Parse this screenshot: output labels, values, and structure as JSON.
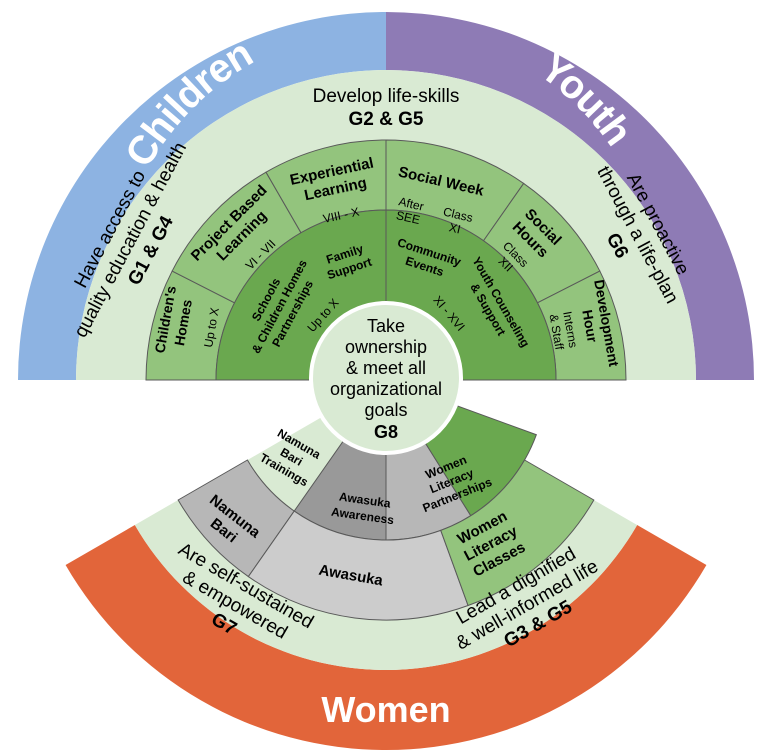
{
  "colors": {
    "children": "#8db3e2",
    "youth": "#8e7bb5",
    "women": "#e2653a",
    "band_light": "#d9ead3",
    "ring_mid": "#93c47d",
    "ring_dark": "#6aa84f",
    "grey_light": "#cccccc",
    "grey_mid": "#b7b7b7",
    "grey_dark": "#999999",
    "border": "#595959"
  },
  "outer": {
    "children": "Children",
    "youth": "Youth",
    "women": "Women"
  },
  "top_goal": {
    "text": "Develop life-skills",
    "goal": "G2 & G5"
  },
  "left_goal": {
    "line1": "Have access to",
    "line2": "quality education & health",
    "goal": "G1 & G4"
  },
  "right_goal": {
    "line1": "Are proactive",
    "line2": "through a life-plan",
    "goal": "G6"
  },
  "women_left_goal": {
    "line1": "Are self-sustained",
    "line2": "& empowered",
    "goal": "G7"
  },
  "women_right_goal": {
    "line1": "Lead a dignified",
    "line2": "& well-informed life",
    "goal": "G3 & G5"
  },
  "center": {
    "line1": "Take",
    "line2": "ownership",
    "line3": "& meet all",
    "line4": "organizational",
    "line5": "goals",
    "goal": "G8"
  },
  "programs_outer": {
    "childrens_homes": [
      "Children's",
      "Homes"
    ],
    "childrens_homes_sub": "Up to X",
    "project_based": [
      "Project Based",
      "Learning"
    ],
    "project_based_sub": "VI - VII",
    "experiential": [
      "Experiential",
      "Learning"
    ],
    "experiential_sub": "VIII - X",
    "social_week": "Social Week",
    "social_week_sub1": [
      "After",
      "SEE"
    ],
    "social_week_sub2": [
      "Class",
      "XI"
    ],
    "social_hours": [
      "Social",
      "Hours"
    ],
    "social_hours_sub": [
      "Class",
      "XII"
    ],
    "development_hour": [
      "Development",
      "Hour"
    ],
    "development_hour_sub": [
      "Interns",
      "& Staff"
    ]
  },
  "programs_inner": {
    "schools": [
      "Schools",
      "& Children Homes",
      "Partnerships"
    ],
    "schools_sub": "Up to X",
    "family_support": [
      "Family",
      "Support"
    ],
    "community_events": [
      "Community",
      "Events"
    ],
    "youth_counseling": [
      "Youth Counseling",
      "& Support"
    ],
    "youth_counseling_sub": "XI - XVI"
  },
  "women_programs": {
    "namuna_bari": [
      "Namuna",
      "Bari"
    ],
    "namuna_bari_trainings": [
      "Namuna",
      "Bari",
      "Trainings"
    ],
    "awasuka_awareness": [
      "Awasuka",
      "Awareness"
    ],
    "awasuka": "Awasuka",
    "women_literacy_partnerships": [
      "Women",
      "Literacy",
      "Partnerships"
    ],
    "women_literacy_classes": [
      "Women",
      "Literacy",
      "Classes"
    ]
  }
}
